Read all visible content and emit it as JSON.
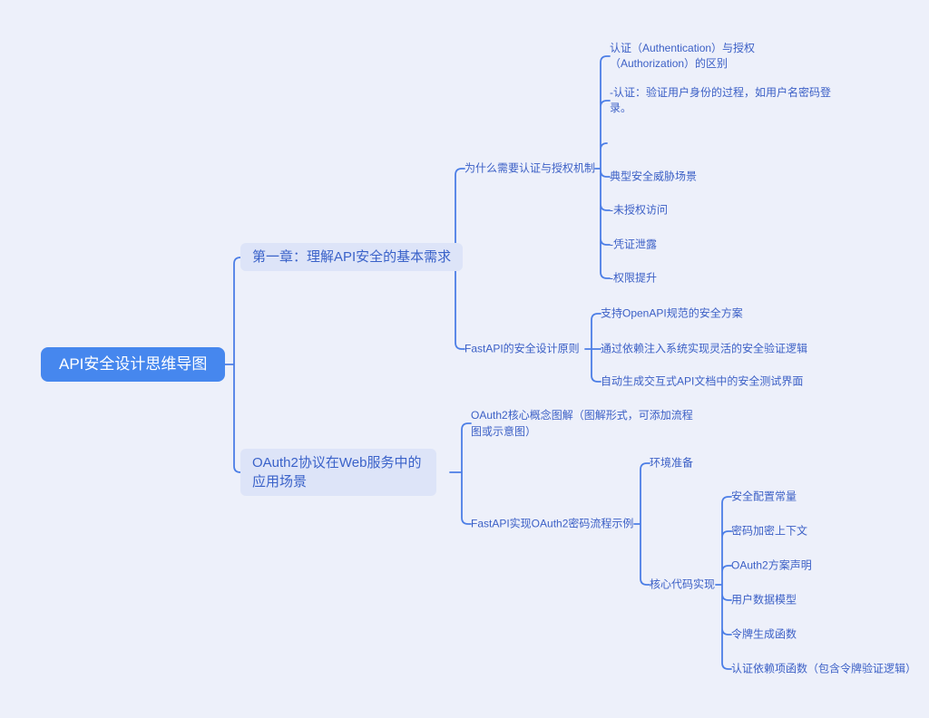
{
  "colors": {
    "background": "#edf0fa",
    "connector": "#4c7ee6",
    "node_text": "#3c60c6",
    "section_bg": "#dde4f8",
    "section_text": "#3a62c9",
    "root_bg": "#4687ee",
    "root_text": "#ffffff"
  },
  "root": {
    "label": "API安全设计思维导图"
  },
  "chapter1": {
    "label": "第一章：理解API安全的基本需求",
    "why_auth": {
      "label": "为什么需要认证与授权机制",
      "children": [
        "认证（Authentication）与授权（Authorization）的区别",
        "-认证：验证用户身份的过程，如用户名密码登录。",
        "",
        "典型安全威胁场景",
        "-未授权访问",
        "-凭证泄露",
        "-权限提升"
      ]
    },
    "fastapi_principles": {
      "label": "FastAPI的安全设计原则",
      "children": [
        "支持OpenAPI规范的安全方案",
        "通过依赖注入系统实现灵活的安全验证逻辑",
        "自动生成交互式API文档中的安全测试界面"
      ]
    }
  },
  "chapter2": {
    "label": "OAuth2协议在Web服务中的应用场景",
    "concept": "OAuth2核心概念图解（图解形式，可添加流程图或示意图）",
    "password_flow": {
      "label": "FastAPI实现OAuth2密码流程示例",
      "children": {
        "env": "环境准备",
        "core_code": {
          "label": "核心代码实现",
          "children": [
            "安全配置常量",
            "密码加密上下文",
            "OAuth2方案声明",
            "用户数据模型",
            "令牌生成函数",
            "认证依赖项函数（包含令牌验证逻辑）"
          ]
        }
      }
    }
  }
}
